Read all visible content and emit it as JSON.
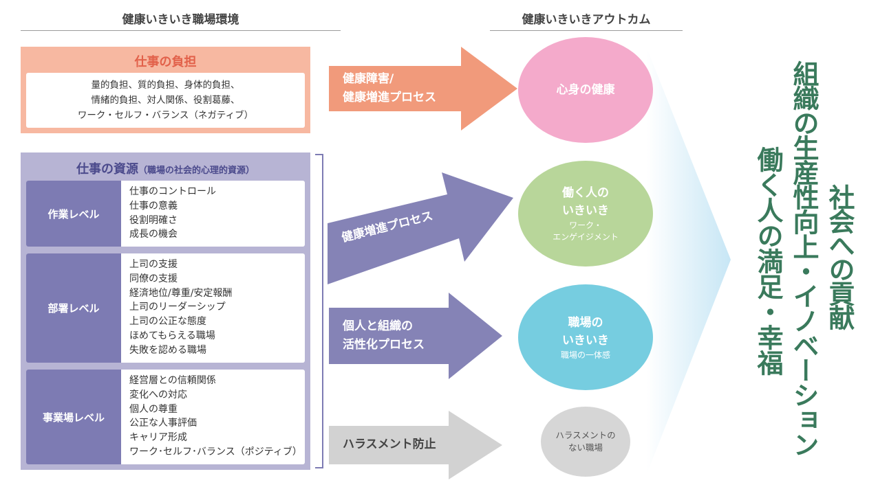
{
  "headers": {
    "environment": "健康いきいき職場環境",
    "outcome": "健康いきいきアウトカム"
  },
  "burden": {
    "title": "仕事の負担",
    "lines": [
      "量的負担、質的負担、身体的負担、",
      "情緒的負担、対人関係、役割葛藤、",
      "ワーク・セルフ・バランス（ネガティブ）"
    ]
  },
  "resources": {
    "title": "仕事の資源",
    "subtitle": "（職場の社会的心理的資源）",
    "levels": [
      {
        "label": "作業レベル",
        "items": [
          "仕事のコントロール",
          "仕事の意義",
          "役割明確さ",
          "成長の機会"
        ]
      },
      {
        "label": "部署レベル",
        "items": [
          "上司の支援",
          "同僚の支援",
          "経済地位/尊重/安定報酬",
          "上司のリーダーシップ",
          "上司の公正な態度",
          "ほめてもらえる職場",
          "失敗を認める職場"
        ]
      },
      {
        "label": "事業場レベル",
        "items": [
          "経営層との信頼関係",
          "変化への対応",
          "個人の尊重",
          "公正な人事評価",
          "キャリア形成",
          "ワーク･セルフ･バランス（ポジティブ）"
        ]
      }
    ]
  },
  "arrows": [
    {
      "lines": [
        "健康障害/",
        "健康増進プロセス"
      ],
      "color": "#f19a7b"
    },
    {
      "lines": [
        "健康増進プロセス"
      ],
      "color": "#8583b6"
    },
    {
      "lines": [
        "個人と組織の",
        "活性化プロセス"
      ],
      "color": "#8583b6"
    },
    {
      "lines": [
        "ハラスメント防止"
      ],
      "color": "#d2d2d2"
    }
  ],
  "outcomes": [
    {
      "title": "心身の健康",
      "sub": "",
      "color": "#f4aacb"
    },
    {
      "title": "働く人の\nいきいき",
      "sub": "ワーク・\nエンゲイジメント",
      "color": "#b8d69a"
    },
    {
      "title": "職場の\nいきいき",
      "sub": "職場の一体感",
      "color": "#76cde0"
    },
    {
      "title": "ハラスメントの\nない職場",
      "sub": "",
      "color": "#d6d6d6"
    }
  ],
  "results": {
    "line1": "組織の生産性向上・イノベーション",
    "line2": "働く人の満足・幸福",
    "line3": "社会への貢献"
  }
}
